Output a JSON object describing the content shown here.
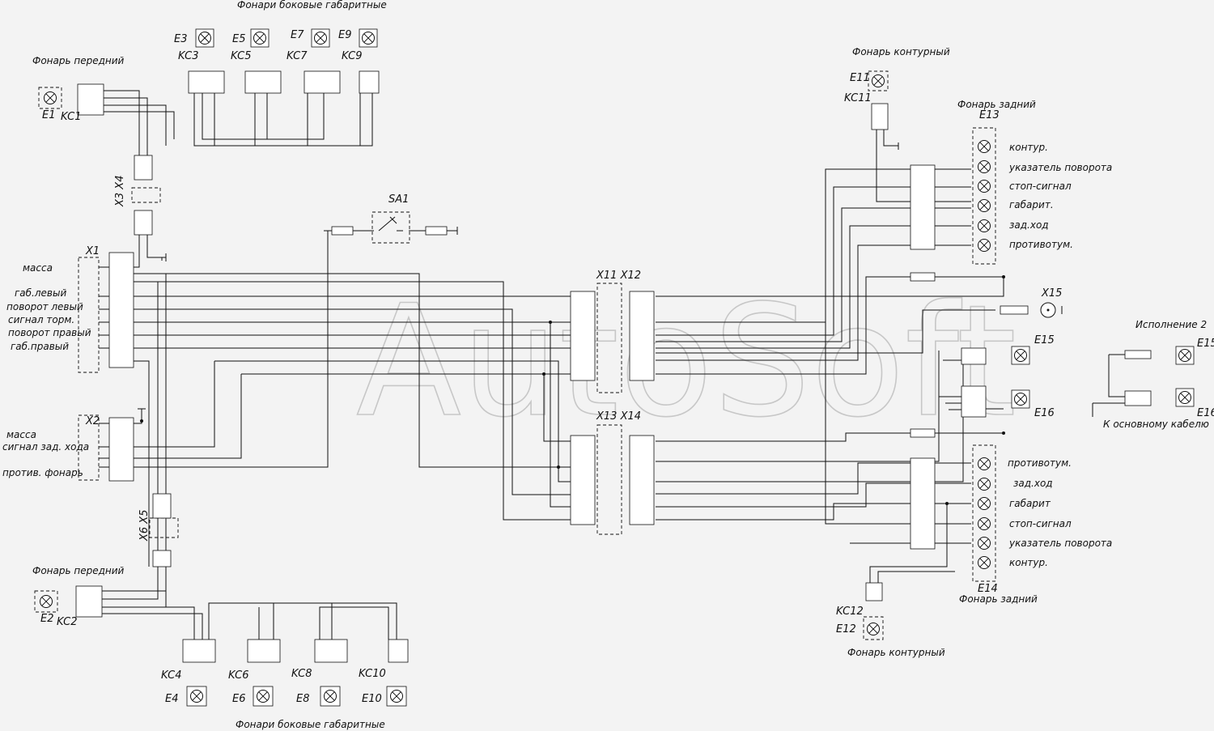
{
  "watermark": "AutoSoft",
  "captions": {
    "side_top": "Фонари боковые габаритные",
    "side_bottom": "Фонари боковые габаритные",
    "front_top": "Фонарь передний",
    "front_bottom": "Фонарь передний",
    "contour_top": "Фонарь контурный",
    "contour_bottom": "Фонарь контурный",
    "rear_top": "Фонарь задний",
    "rear_bottom": "Фонарь задний",
    "variant2": "Исполнение 2",
    "main_cable": "К основному кабелю"
  },
  "connectors": {
    "X1": "X1",
    "X2": "X2",
    "X3X4": "X3 X4",
    "X5X6": "X6 X5",
    "X11X12": "X11  X12",
    "X13X14": "X13  X14",
    "X15": "X15",
    "SA1": "SA1"
  },
  "lamps": {
    "E1": "E1",
    "KC1": "KC1",
    "E2": "E2",
    "KC2": "KC2",
    "E3": "E3",
    "KC3": "KC3",
    "E5": "E5",
    "KC5": "KC5",
    "E7": "E7",
    "KC7": "KC7",
    "E9": "E9",
    "KC9": "KC9",
    "E4": "E4",
    "KC4": "KC4",
    "E6": "E6",
    "KC6": "KC6",
    "E8": "E8",
    "KC8": "KC8",
    "E10": "E10",
    "KC10": "KC10",
    "E11": "E11",
    "KC11": "KC11",
    "E12": "E12",
    "KC12": "KC12",
    "E13": "E13",
    "E14": "E14",
    "E15": "E15",
    "E16": "E16",
    "E15b": "E15",
    "E16b": "E16"
  },
  "x1_signals": [
    "масса",
    "габ.левый",
    "поворот левый",
    "сигнал торм.",
    "поворот правый",
    "габ.правый"
  ],
  "x2_signals": [
    "масса",
    "сигнал зад. хода",
    "против. фонарь"
  ],
  "rear_top_functions": [
    "контур.",
    "указатель поворота",
    "стоп-сигнал",
    "габарит.",
    "зад.ход",
    "противотум."
  ],
  "rear_bottom_functions": [
    "противотум.",
    "зад.ход",
    "габарит",
    "стоп-сигнал",
    "указатель поворота",
    "контур."
  ],
  "icons": {
    "lamp": "lamp-icon",
    "ground": "ground-icon",
    "switch": "switch-icon"
  }
}
